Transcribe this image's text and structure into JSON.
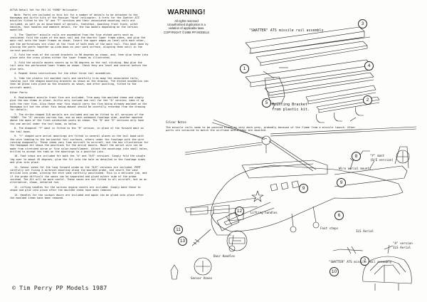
{
  "left_column": {
    "intro": "ACTVA Detail Set for Mil 24 \"HIND\" Helicopter.",
    "paragraphs": [
      "Note. Parts are included in this kit for a number of details to be attached to the Hasegawa and Airfix kits of the Russian \"Hind\" helicopter. A frets for the Zwetter ATZ missiles fitted to the \"A\" and \"F\" versions and their associated mounting rails are included, as well as an assortment of aerials, footsteps, boarding front fuzes, pitot handles, foot handles and emanent detail, for the two models depending on the version modelled.",
      "1. The \"Zwatter\" missile rails are assembled from the five etched parts each as indicated. Fold the sides of the main rail and the shorter lower frame sides, and glue the main rail onto the lower frames as shown. Insert the upper edges as level with each other, and the perforations are clear at the front of both ends of the main rail. This beat done by placing the parts together up-side-down on your work surface, aligning them until in the correct position.",
      "2. Fold the ends of the curved brackets to 90 degrees as shown, and, then glue these into place onto the cross plates either the lower frames as illustrated.",
      "3. Fold the missile mounts covers up to 90 degrees on the rail sticking. Now glue the rail onto the perforated lower frames as shown. Check they are level and central before the glue sets.",
      "4. Repeat these instructions for the other three rail assemblies.",
      "5. Take the plastic kit moulded rails and carefully trim away the associated rails, leaving just the shaped mounting brackets as shown on the drawing. The etched assemblies can then be glued into place on the brackets as shown, and after painting, fitted to the aircraft model."
    ],
    "other_parts_heading": "Other Parts",
    "other_paragraphs": [
      "6. Replacement missile front fins are included. Trim away the moulded items and simply glue the new items in place. Airfix only include one rail for the \"A\" version; take it up with the rear fins. Also these rear fins should carry the fins being already moulded on the Hasegawa kit but the other fins being absent should be carefully recorded from the drawing for details.",
      "7. The strike-shaped IL8 aerials are included and can be fitted to all versions of the \"HIND\". The \"A\" version carries two, one on each outboard fuselage side, another mounted above the apex of the front windscreen posts as shown. The \"D\" and \"E\" versions only have the one aerial under the tail boom, as below.",
      "8. The diagonal \"Y\" mast is fitted to the \"D\" version, in place of the forward mast on the tail boom.",
      "9. \"Y\" shaped wire aerial mountings are fitted in several places on the tail boom with the wire leading to the horizontal tail surfaces, others under the fuselage with the wire running diagonally. These items vary from aircraft to aircraft, but the box illustration for the Hasegawa kit shows the positions for the aerial mounts. Mount the aerial wire can be made from stretched sprue or fine nylon monofilament. Attach the mountings into small holes, drilled to accept the tabs on the mountings to a positive join.",
      "10. Foot steps are included for both the \"A\" and \"D/E\" versions. Simply fold the single leg over to about 45 degrees, glue the fit into the hole as detailed in the fuselage sides and glue into place.",
      "11. Sensor vanes for the long forward probe on the \"D/E\" versions are included. PEMT carefully set fixing a airbrush mounting along the moulded probe, and insert the vane drilled into probe, placing the etch vane carefully positioned. This is a delicate job, and if the probe difficult the vanes can be separated and glued either side of the probe instead. The Alt will be more useful. These vanes are not fitted to all aircraft, but as an alternative, shown, detailed rod.",
      "12. Lifting handles for the various engine covers are included. Simply bend these to shape and glue into place after the moulded items have been removed.",
      "13. Handles for the cockpit doors are included and again can be glued into place after the moulded items have been removed."
    ]
  },
  "footer": "© Tim Perry PP Models 1987",
  "warning": {
    "title": "WARNING!",
    "lines": [
      "All rights reserved",
      "Unauthorised duplication is a",
      "violation of applicable laws.",
      "COPYRIGHT ©1988 PP MODELS"
    ]
  },
  "assembly_title": "\"SWATTER\" ATS missile rail assembly",
  "labels": {
    "mounting_bracket": "Mounting Bracket",
    "from_plastic_kit": "from plastic kit.",
    "colour_notes_heading": "Colour Notes",
    "colour_notes_text": "The missile rails seem to be painted black on very dark grey, probably because of the flame from a missile launch. Other parts are coloured to match the airframe where they are mounted.",
    "y_mast": "\"Y\" mast",
    "d_e_version": "(D/E version)",
    "wire_aerial_mounts": "Wire aerial mounts",
    "lifting_handles": "Lifting handles",
    "foot_steps": "Foot steps",
    "ils_aerial": "ILS Aerial",
    "sensor_vanes": "Sensor Vanes",
    "door_handles": "Door Handles",
    "swatter_rail_assembly": "\"SWATTER\" ATS missile rail assembly",
    "a_version": "\"A\" version",
    "front_ils_aerial": "ILS Aerial"
  },
  "callouts": [
    "1",
    "2",
    "3",
    "4",
    "5",
    "6",
    "7",
    "8",
    "9",
    "9",
    "10",
    "11",
    "12",
    "13"
  ]
}
